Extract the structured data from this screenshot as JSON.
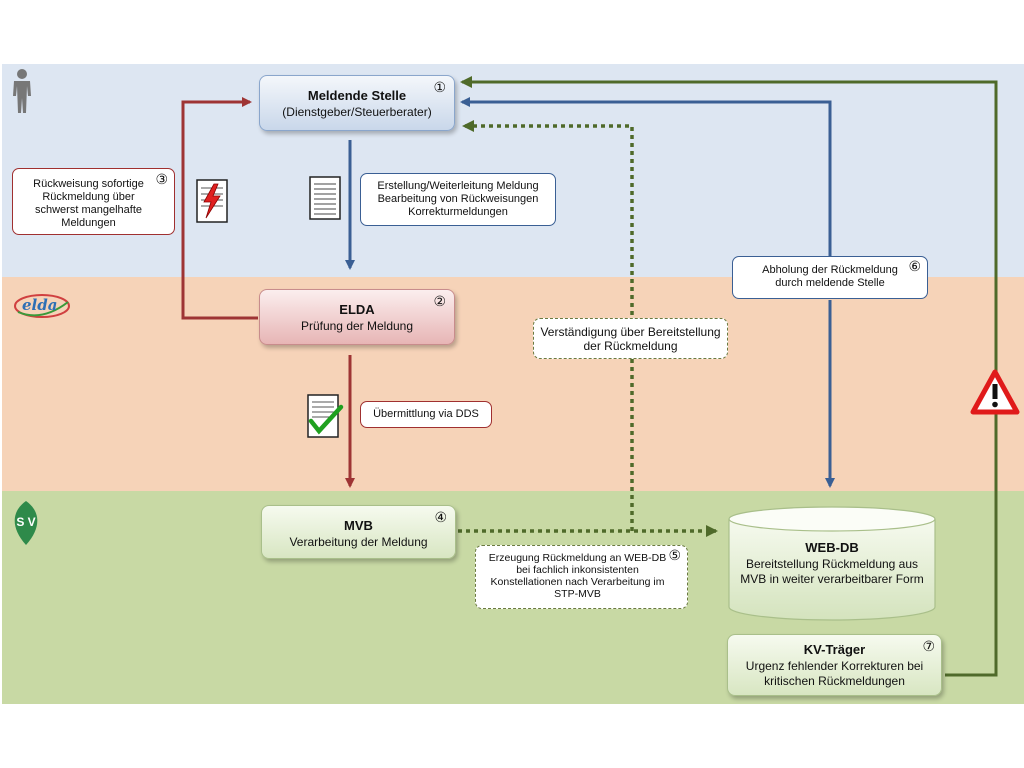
{
  "nodes": {
    "meldende": {
      "title": "Meldende Stelle",
      "sub": "(Dienstgeber/Steuerberater)",
      "num": "①"
    },
    "elda": {
      "title": "ELDA",
      "sub": "Prüfung der Meldung",
      "num": "②"
    },
    "mvb": {
      "title": "MVB",
      "sub": "Verarbeitung der Meldung",
      "num": "④"
    },
    "webdb": {
      "title": "WEB-DB",
      "sub": "Bereitstellung Rückmeldung aus MVB in weiter verarbeitbarer Form"
    },
    "kv": {
      "title": "KV-Träger",
      "sub": "Urgenz fehlender Korrekturen bei kritischen Rückmeldungen",
      "num": "⑦"
    }
  },
  "notes": {
    "rueckweisung": {
      "text": "Rückweisung sofortige Rückmeldung über schwerst mangelhafte Meldungen",
      "num": "③"
    },
    "erstellung": {
      "text": "Erstellung/Weiterleitung Meldung Bearbeitung von Rückweisungen Korrekturmeldungen"
    },
    "abholung": {
      "text": "Abholung der Rückmeldung durch meldende Stelle",
      "num": "⑥"
    },
    "verstaendigung": {
      "text": "Verständigung über Bereitstellung der Rückmeldung"
    },
    "uebermittlung": {
      "text": "Übermittlung via DDS"
    },
    "erzeugung": {
      "text": "Erzeugung Rückmeldung an WEB-DB bei fachlich inkonsistenten Konstellationen nach Verarbeitung im STP-MVB",
      "num": "⑤"
    }
  },
  "logos": {
    "elda": "elda",
    "sv": "S V"
  },
  "colors": {
    "blue": "#3a5f94",
    "red": "#9e3434",
    "green": "#4f6a2a",
    "dash": "#6a7a40"
  },
  "icons": [
    "person-icon",
    "elda-logo",
    "sv-logo",
    "document-icon",
    "error-document-icon",
    "checked-document-icon",
    "warning-icon"
  ]
}
